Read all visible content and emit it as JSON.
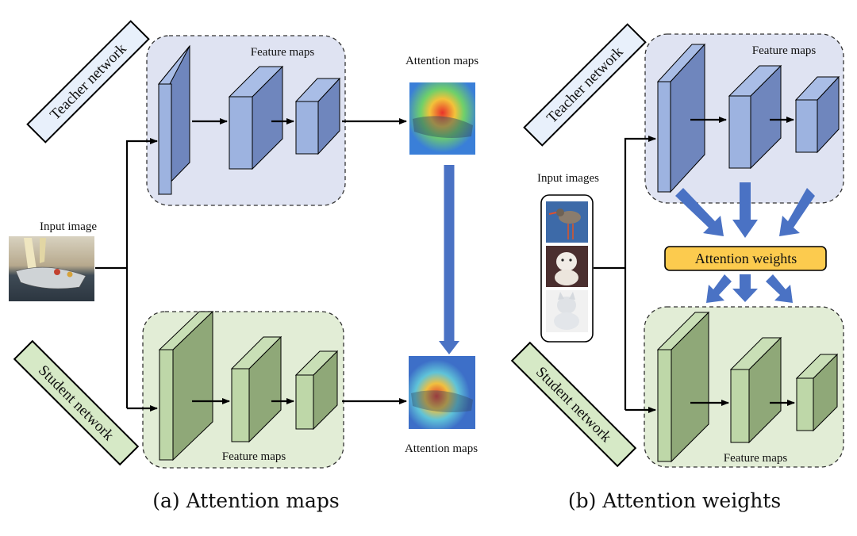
{
  "panel_a": {
    "teacher_label": "Teacher network",
    "student_label": "Student network",
    "teacher_feature_label": "Feature maps",
    "student_feature_label": "Feature maps",
    "input_label": "Input image",
    "attention_top_label": "Attention maps",
    "attention_bottom_label": "Attention maps",
    "caption": "(a) Attention maps"
  },
  "panel_b": {
    "teacher_label": "Teacher network",
    "student_label": "Student network",
    "teacher_feature_label": "Feature maps",
    "student_feature_label": "Feature maps",
    "input_label": "Input images",
    "weights_label": "Attention weights",
    "caption": "(b) Attention weights"
  },
  "colors": {
    "teacher_fill": "#dfe3f2",
    "student_fill": "#e2edd6",
    "teacher_block": "#8da6d6",
    "student_block": "#b8d4a4",
    "arrow_blue": "#4a72c4",
    "weights_fill": "#fccb4e"
  }
}
